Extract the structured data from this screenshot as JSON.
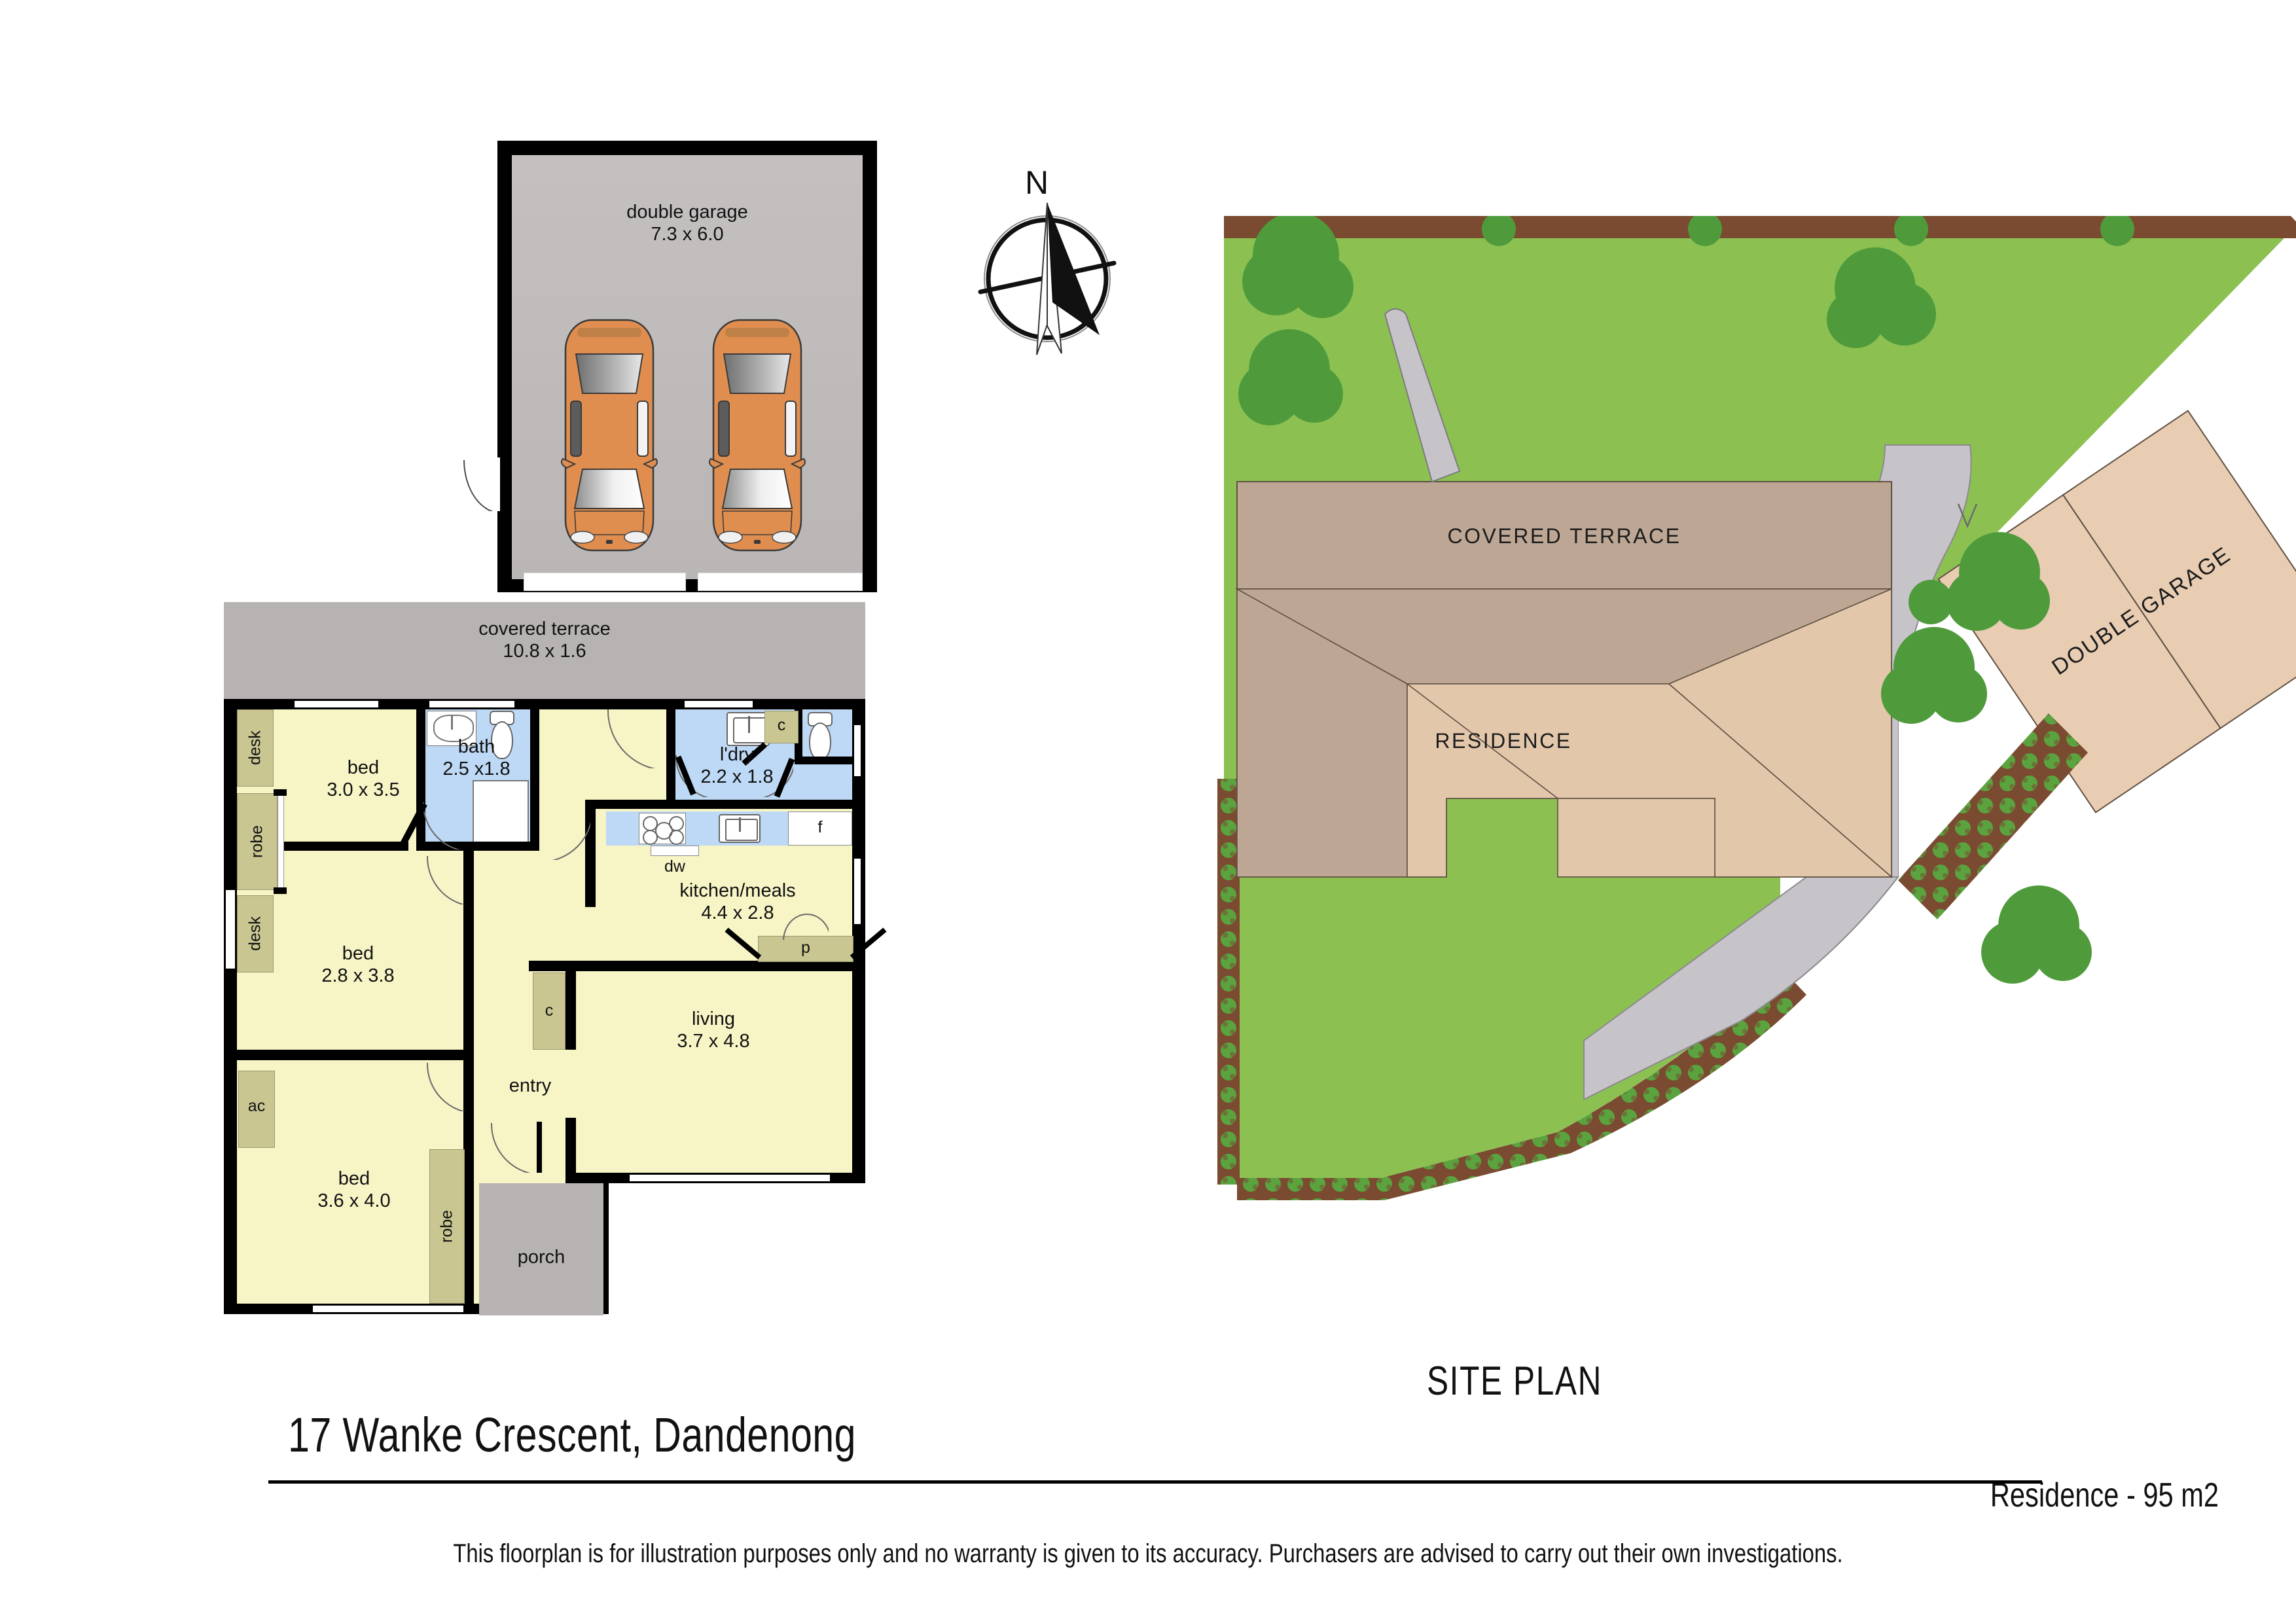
{
  "title": {
    "address": "17 Wanke Crescent, Dandenong",
    "site_plan_label": "SITE PLAN",
    "residence_area": "Residence - 95 m2",
    "disclaimer": "This floorplan is for illustration purposes only and no warranty is given to its accuracy. Purchasers are advised to carry out their own investigations."
  },
  "compass": {
    "north_label": "N"
  },
  "garage": {
    "name": "double garage",
    "dimensions": "7.3 x 6.0"
  },
  "floorplan": {
    "covered_terrace": {
      "name": "covered terrace",
      "dimensions": "10.8 x 1.6"
    },
    "rooms": [
      {
        "name": "bed",
        "dimensions": "3.0 x 3.5"
      },
      {
        "name": "bath",
        "dimensions": "2.5 x1.8"
      },
      {
        "name": "l'dry",
        "dimensions": "2.2 x 1.8"
      },
      {
        "name": "kitchen/meals",
        "dimensions": "4.4 x 2.8"
      },
      {
        "name": "bed",
        "dimensions": "2.8 x 3.8"
      },
      {
        "name": "living",
        "dimensions": "3.7 x 4.8"
      },
      {
        "name": "bed",
        "dimensions": "3.6 x 4.0"
      },
      {
        "name": "entry",
        "dimensions": ""
      },
      {
        "name": "porch",
        "dimensions": ""
      }
    ],
    "fixtures": {
      "desk_top": "desk",
      "robe_left": "robe",
      "desk_bottom": "desk",
      "ac": "ac",
      "robe_bottom": "robe",
      "cupboard_ldry": "c",
      "cupboard_hall": "c",
      "pantry": "p",
      "fridge": "f",
      "dishwasher": "dw"
    }
  },
  "site": {
    "covered_terrace": "COVERED TERRACE",
    "residence": "RESIDENCE",
    "double_garage": "DOUBLE GARAGE"
  },
  "colors": {
    "wall": "#000000",
    "room_fill": "#f7f5c6",
    "wet_fill": "#bed9f5",
    "joinery": "#c9c691",
    "terrace_grey": "#b8b3b3",
    "lawn": "#8cc152",
    "garden_bed": "#7a4a31",
    "roof_dark": "#bda794",
    "roof_light": "#e2c7ab",
    "driveway": "#c6c4c8",
    "tree": "#4f9b3c",
    "car_body": "#e08e4f"
  }
}
